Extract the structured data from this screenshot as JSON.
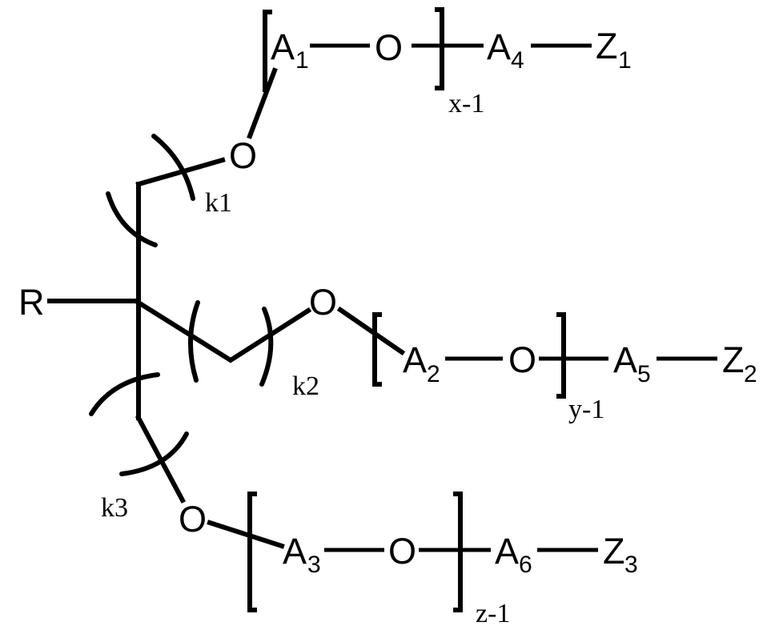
{
  "structure": {
    "core": {
      "substituent": "R"
    },
    "branch1": {
      "linker_oxygen": "O",
      "repeat_count": "k1",
      "unit": {
        "atom": "A",
        "atom_sub": "1",
        "oxygen": "O"
      },
      "repeat_index": "x-1",
      "terminal": {
        "atom": "A",
        "atom_sub": "4",
        "end": "Z",
        "end_sub": "1"
      }
    },
    "branch2": {
      "linker_oxygen": "O",
      "repeat_count": "k2",
      "unit": {
        "atom": "A",
        "atom_sub": "2",
        "oxygen": "O"
      },
      "repeat_index": "y-1",
      "terminal": {
        "atom": "A",
        "atom_sub": "5",
        "end": "Z",
        "end_sub": "2"
      }
    },
    "branch3": {
      "linker_oxygen": "O",
      "repeat_count": "k3",
      "unit": {
        "atom": "A",
        "atom_sub": "3",
        "oxygen": "O"
      },
      "repeat_index": "z-1",
      "terminal": {
        "atom": "A",
        "atom_sub": "6",
        "end": "Z",
        "end_sub": "3"
      }
    }
  },
  "colors": {
    "ink": "#000000",
    "background": "#ffffff"
  }
}
